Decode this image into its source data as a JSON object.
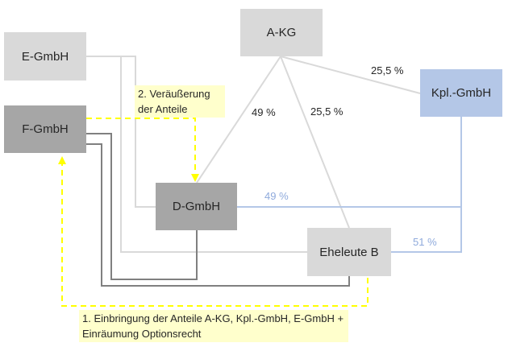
{
  "entities": {
    "a_kg": "A-KG",
    "e_gmbh": "E-GmbH",
    "f_gmbh": "F-GmbH",
    "kpl_gmbh": "Kpl.-GmbH",
    "d_gmbh": "D-GmbH",
    "eheleute_b": "Eheleute B"
  },
  "shares": {
    "a_kg_to_kpl": "25,5 %",
    "a_kg_to_d": "49 %",
    "a_kg_to_eheleute": "25,5 %",
    "kpl_to_d": "49 %",
    "kpl_to_eheleute": "51 %"
  },
  "notes": {
    "step2": "2. Veräußerung der Anteile",
    "step1": "1. Einbringung der Anteile A-KG, Kpl.-GmbH, E-GmbH + Einräumung Optionsrecht"
  },
  "colors": {
    "light_box": "#d9d9d9",
    "dark_box": "#a6a6a6",
    "blue_box": "#b4c7e7",
    "dashed_arrow": "#ffff00",
    "note_bg": "#ffffcc"
  }
}
